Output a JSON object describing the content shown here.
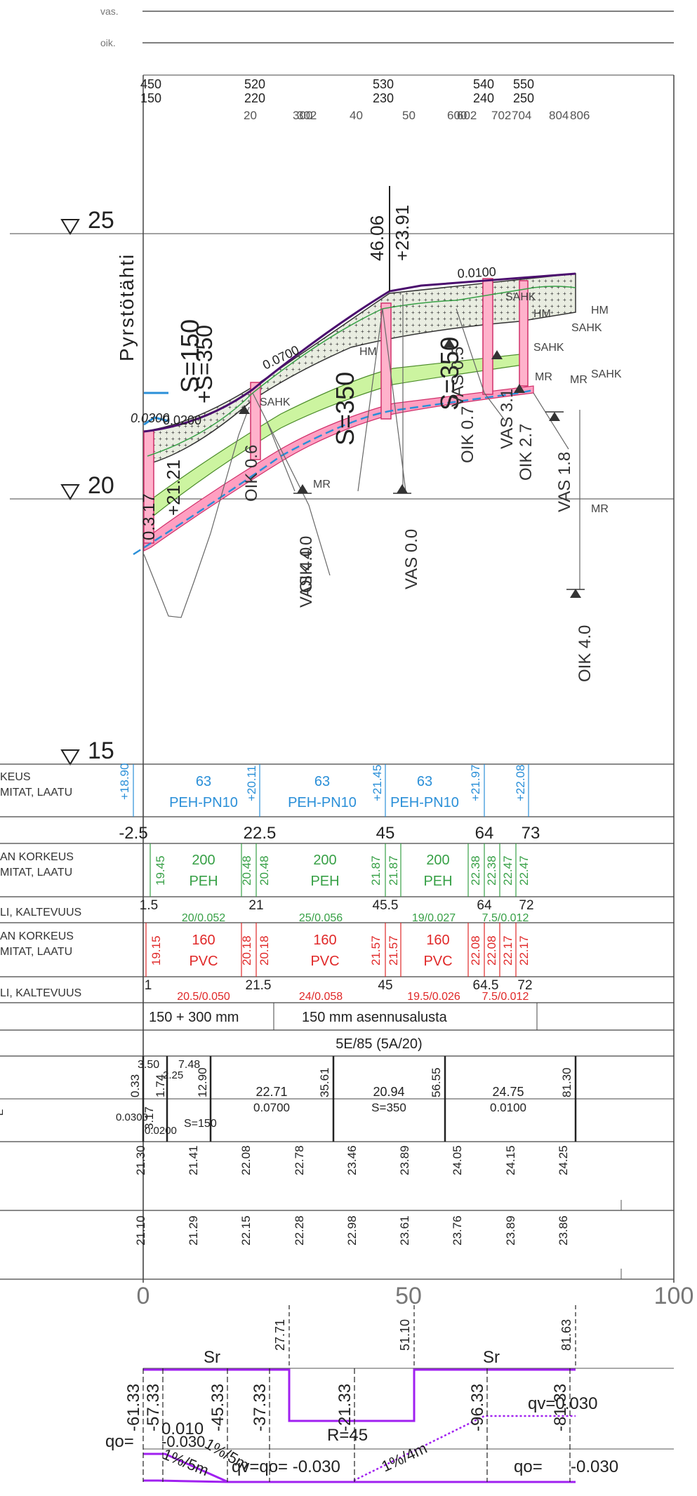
{
  "header": {
    "left_label": "vas.",
    "right_label": "oik."
  },
  "top_stations": {
    "row1": [
      "450",
      "520",
      "530",
      "540",
      "550"
    ],
    "row2": [
      "150",
      "220",
      "230",
      "240",
      "250"
    ],
    "row3": [
      "20",
      "300",
      "302",
      "40",
      "50",
      "600",
      "602",
      "702",
      "704",
      "804",
      "806"
    ]
  },
  "elevation_marks": [
    "25",
    "20",
    "15"
  ],
  "street_name": "Pyrstötähti",
  "profile_annotations": {
    "top_elevation_label": "46.06",
    "top_elevation_plus": "+23.91",
    "grade_0100": "0.0100",
    "grade_0700": "0.0700",
    "grade_0300": "0.0300",
    "grade_0200": "0.0200",
    "radius_150a": "S=150",
    "radius_150b": "+S=350",
    "radius_350a": "S=350",
    "radius_350b": "S=350",
    "plus_2121": "+21.21",
    "value_317": "0.3.17",
    "sahk": "SAHK",
    "hm": "HM",
    "mr": "MR"
  },
  "vertical_labels": [
    "VAS 4.0",
    "OIK 4.0",
    "OIK 0.6",
    "VAS 0.0",
    "OIK 0.7",
    "VAS 3.1",
    "OIK 2.7",
    "VAS 1.8",
    "OIK 4.0",
    "VAS 0.5"
  ],
  "table": {
    "water": {
      "labels": [
        "KEUS",
        "MITAT, LAATU"
      ],
      "levels": [
        "+18.90",
        "+20.11",
        "+21.45",
        "+21.97",
        "+22.08"
      ],
      "sizes": [
        "63",
        "63",
        "63"
      ],
      "materials": [
        "PEH-PN10",
        "PEH-PN10",
        "PEH-PN10"
      ],
      "stations": [
        "-2.5",
        "22.5",
        "45",
        "64",
        "73"
      ]
    },
    "storm": {
      "labels": [
        "AN KORKEUS",
        "MITAT, LAATU",
        "LI, KALTEVUUS"
      ],
      "levels": [
        "19.45",
        "20.48",
        "20.48",
        "21.87",
        "21.87",
        "22.38",
        "22.38",
        "22.47",
        "22.47"
      ],
      "sizes": [
        "200",
        "200",
        "200"
      ],
      "materials": [
        "PEH",
        "PEH",
        "PEH"
      ],
      "stations": [
        "1.5",
        "21",
        "45.5",
        "64",
        "72"
      ],
      "grades": [
        "20/0.052",
        "25/0.056",
        "19/0.027",
        "7.5/0.012"
      ]
    },
    "sewer": {
      "labels": [
        "AN KORKEUS",
        "MITAT, LAATU",
        "LI, KALTEVUUS"
      ],
      "levels": [
        "19.15",
        "20.18",
        "20.18",
        "21.57",
        "21.57",
        "22.08",
        "22.08",
        "22.17",
        "22.17"
      ],
      "sizes": [
        "160",
        "160",
        "160"
      ],
      "materials": [
        "PVC",
        "PVC",
        "PVC"
      ],
      "stations": [
        "1",
        "21.5",
        "45",
        "64.5",
        "72"
      ],
      "grades": [
        "20.5/0.050",
        "24/0.058",
        "19.5/0.026",
        "7.5/0.012"
      ]
    },
    "bedding": [
      "150 + 300 mm",
      "150 mm asennusalusta"
    ],
    "soil": "5E/85 (5A/20)",
    "geometry": {
      "top_vals": [
        "3.50",
        "7.48",
        "2.25",
        "0.33",
        "1.74",
        "12.90",
        "22.71",
        "35.61",
        "20.94",
        "56.55",
        "24.75",
        "81.30"
      ],
      "bottom_vals": [
        "3.17",
        "0.0300",
        "0.0200",
        "S=150",
        "0.0700",
        "S=350",
        "0.0100"
      ],
      "left_mark": "E"
    },
    "design_levels": [
      "21.30",
      "21.41",
      "22.08",
      "22.78",
      "23.46",
      "23.89",
      "24.05",
      "24.15",
      "24.25"
    ],
    "ground_levels": [
      "21.10",
      "21.29",
      "22.15",
      "22.28",
      "22.98",
      "23.61",
      "23.76",
      "23.89",
      "23.86"
    ],
    "axis_labels": [
      "0",
      "50",
      "100"
    ]
  },
  "crossfall": {
    "top_stations": [
      "27.71",
      "51.10",
      "81.63"
    ],
    "sr_labels": [
      "Sr",
      "Sr"
    ],
    "vertical_vals": [
      "-61.33",
      "-57.33",
      "-45.33",
      "-37.33",
      "-21.33",
      "-96.33",
      "-81.33"
    ],
    "labels": {
      "qv_top": "qv=0.030",
      "qo_left": "qo=",
      "qv_left": "0.010",
      "qo_left_val": "-0.030",
      "ramp1": "1%/5m",
      "ramp2": "1%/5m",
      "qv_qo": "qv=qo= -0.030",
      "r45": "R=45",
      "ramp3": "1%/4m",
      "qo_right": "qo=",
      "qo_right_val": "-0.030"
    }
  }
}
